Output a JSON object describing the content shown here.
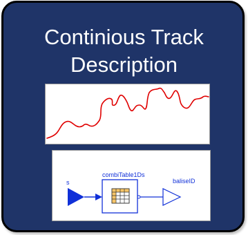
{
  "tile": {
    "title_line1": "Continious Track",
    "title_line2": "Description",
    "colors": {
      "background": "#1f3468",
      "border": "#000000",
      "title_text": "#ffffff",
      "track_line": "#e00000",
      "block_blue": "#1030d8",
      "table_yellow": "#f7c567"
    }
  },
  "diagram": {
    "input_label": "s",
    "table_block_label": "combiTable1Ds",
    "output_label": "baliseID"
  }
}
